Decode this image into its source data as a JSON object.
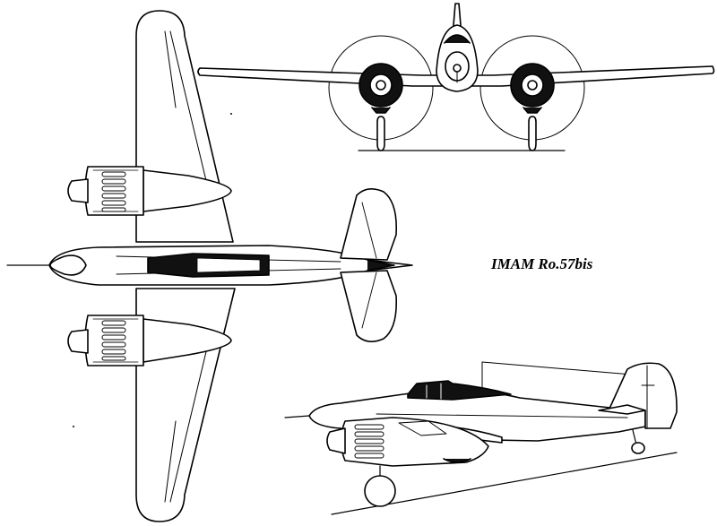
{
  "caption": "IMAM Ro.57bis",
  "views": [
    "top-view",
    "front-view",
    "side-view"
  ]
}
